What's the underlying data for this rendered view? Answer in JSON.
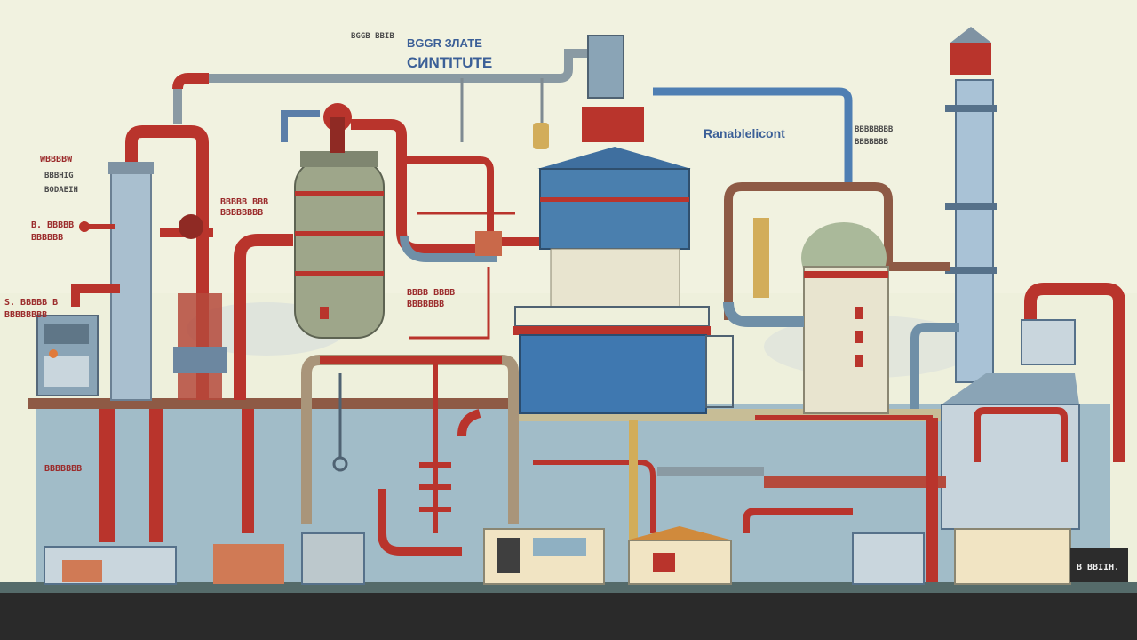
{
  "colors": {
    "background": "#eef0dc",
    "pipe_red": "#b9342c",
    "pipe_blue": "#4f7fb3",
    "pipe_steel": "#8a9aa3",
    "tank_green": "#9ea68a",
    "tower_blue": "#3f78b0",
    "ground": "#2a2a2a"
  },
  "labels": {
    "top_sm": "BGGB BBIB",
    "top_title_1": "BGGR ЗЛАТЕ",
    "top_title_2": "CИNTITUTE",
    "right_title": "Ranablelicont",
    "left_a_1": "WBBBBW",
    "left_a_2": "BBBHIG",
    "left_a_3": "BODAEIH",
    "left_b_1": "B. BBBBB",
    "left_b_2": "BBBBBB",
    "left_c_1": "S. BBBBB B",
    "left_c_2": "BBBBBBBB",
    "mid_a_1": "BBBBB BBB",
    "mid_a_2": "BBBBBBBB",
    "mid_b_1": "BBBB BBBB",
    "mid_b_2": "BBBBBBB",
    "right_small_1": "BBBBBBBB",
    "right_small_2": "BBBBBBB",
    "lower_left": "BBBBBBB",
    "sign": "B BBIIH."
  },
  "icons": {
    "valve": "valve-icon",
    "gauge": "gauge-icon",
    "hook": "hook-icon"
  }
}
